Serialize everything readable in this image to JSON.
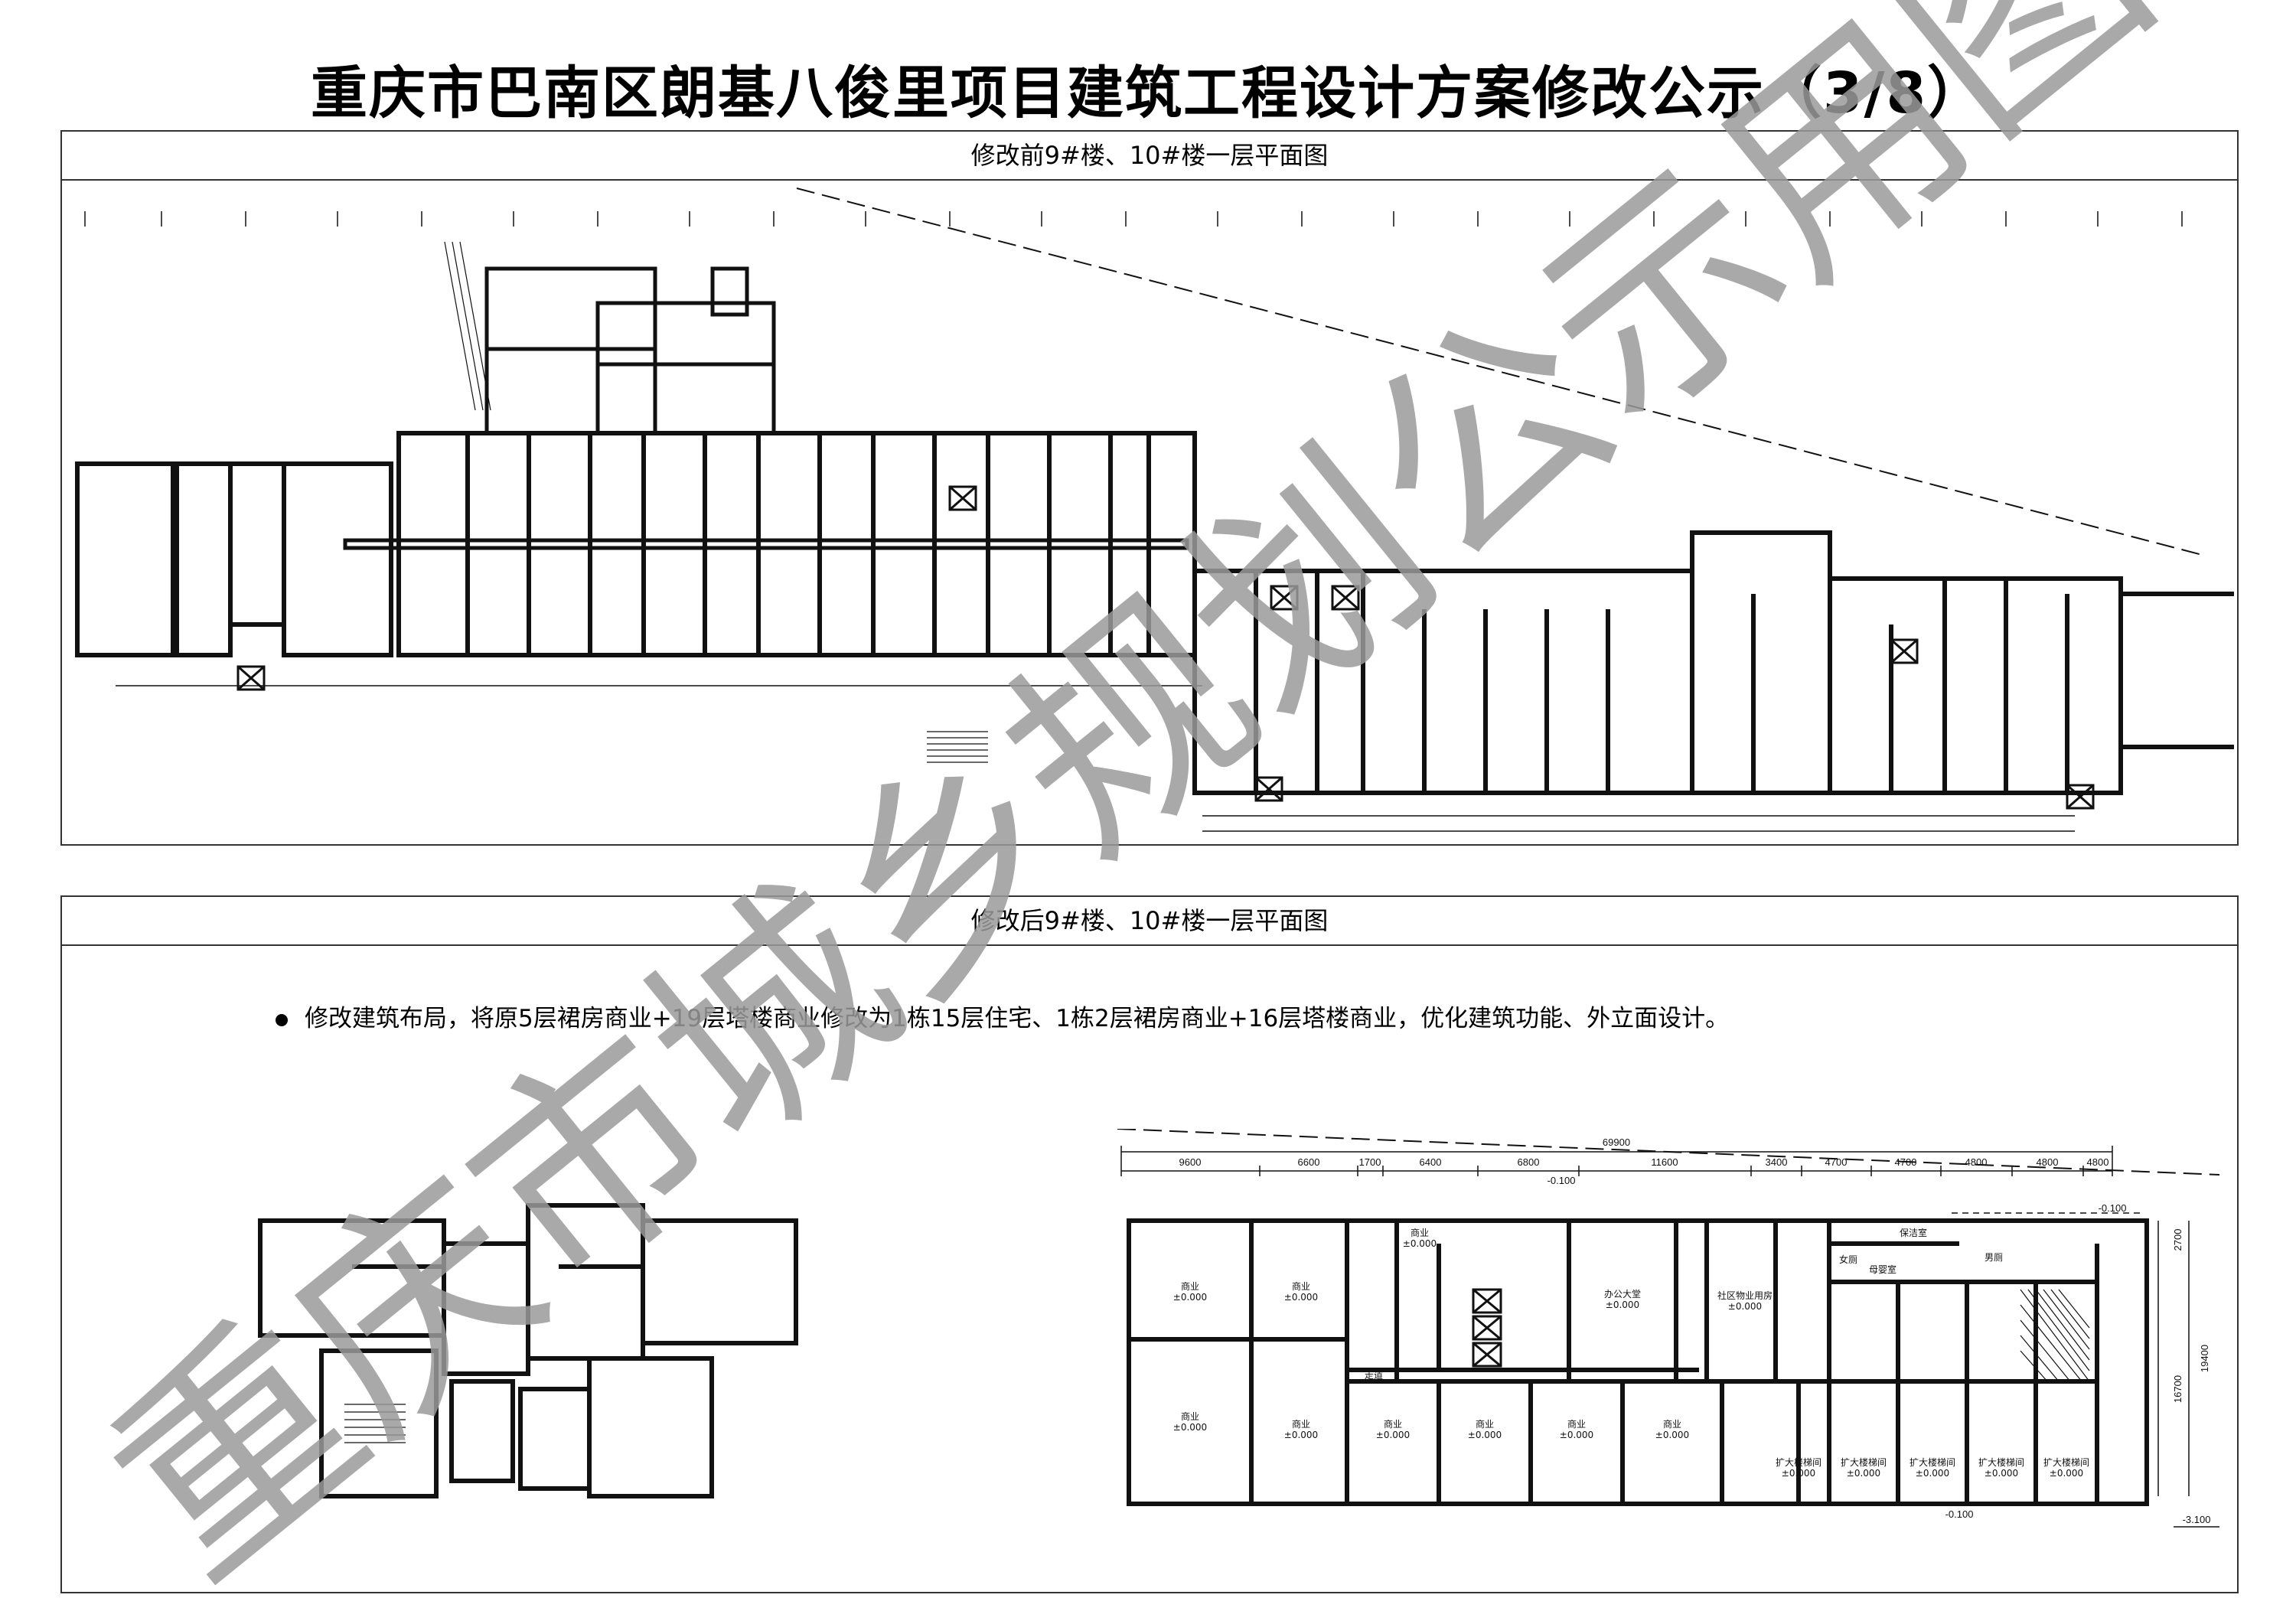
{
  "page_title": "重庆市巴南区朗基八俊里项目建筑工程设计方案修改公示（3/8）",
  "panels": [
    {
      "header": "修改前9#楼、10#楼一层平面图"
    },
    {
      "header": "修改后9#楼、10#楼一层平面图"
    }
  ],
  "note": "修改建筑布局，将原5层裙房商业+19层塔楼商业修改为1栋15层住宅、1栋2层裙房商业+16层塔楼商业，优化建筑功能、外立面设计。",
  "watermark": "重庆市城乡规划公示用图",
  "after_plan": {
    "total_dim": "69900",
    "dims": [
      "9600",
      "6600",
      "1700",
      "6400",
      "6800",
      "11600",
      "3400",
      "4700",
      "4700",
      "4800",
      "4800",
      "4800"
    ],
    "side_dims": [
      "2700",
      "16700",
      "19400"
    ],
    "elev_labels": [
      "-0.100",
      "-0.100",
      "-0.100",
      "-3.100"
    ],
    "rooms": [
      {
        "name": "商业",
        "elev": "±0.000"
      },
      {
        "name": "商业",
        "elev": "±0.000"
      },
      {
        "name": "商业",
        "elev": "±0.000"
      },
      {
        "name": "办公大堂",
        "elev": "±0.000"
      },
      {
        "name": "社区物业用房",
        "elev": "±0.000"
      },
      {
        "name": "商业",
        "elev": "±0.000"
      },
      {
        "name": "商业",
        "elev": "±0.000"
      },
      {
        "name": "商业",
        "elev": "±0.000"
      },
      {
        "name": "商业",
        "elev": "±0.000"
      },
      {
        "name": "商业",
        "elev": "±0.000"
      },
      {
        "name": "商业",
        "elev": "±0.000"
      },
      {
        "name": "扩大楼梯间",
        "elev": "±0.000"
      },
      {
        "name": "扩大楼梯间",
        "elev": "±0.000"
      },
      {
        "name": "扩大楼梯间",
        "elev": "±0.000"
      },
      {
        "name": "扩大楼梯间",
        "elev": "±0.000"
      },
      {
        "name": "扩大楼梯间",
        "elev": "±0.000"
      }
    ],
    "small_labels": [
      "女厕",
      "保洁室",
      "母婴室",
      "男厕",
      "走道"
    ]
  },
  "colors": {
    "line": "#111111",
    "watermark": "#9a9a9a"
  }
}
